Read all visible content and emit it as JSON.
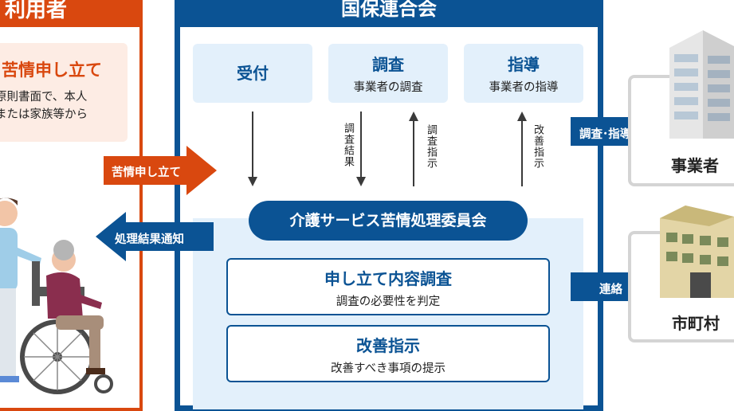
{
  "colors": {
    "user_accent": "#d9480f",
    "org_accent": "#0b5394",
    "light_blue": "#e3f0fb"
  },
  "user": {
    "header": "利用者",
    "card_title": "苦情申し立て",
    "card_desc": "原則書面で、本人\nまたは家族等から"
  },
  "org": {
    "header": "国保連合会",
    "boxes": [
      {
        "title": "受付",
        "subtitle": ""
      },
      {
        "title": "調査",
        "subtitle": "事業者の調査"
      },
      {
        "title": "指導",
        "subtitle": "事業者の指導"
      }
    ],
    "vertical_labels": [
      "調査結果",
      "調査指示",
      "改善指示"
    ],
    "committee": "介護サービス苦情処理委員会",
    "cards": [
      {
        "title": "申し立て内容調査",
        "subtitle": "調査の必要性を判定"
      },
      {
        "title": "改善指示",
        "subtitle": "改善すべき事項の提示"
      }
    ]
  },
  "flows": {
    "complaint": "苦情申し立て",
    "result_notice": "処理結果通知",
    "investigate_guide": "調査･指導",
    "contact": "連絡"
  },
  "entities": {
    "business": "事業者",
    "municipality": "市町村"
  }
}
